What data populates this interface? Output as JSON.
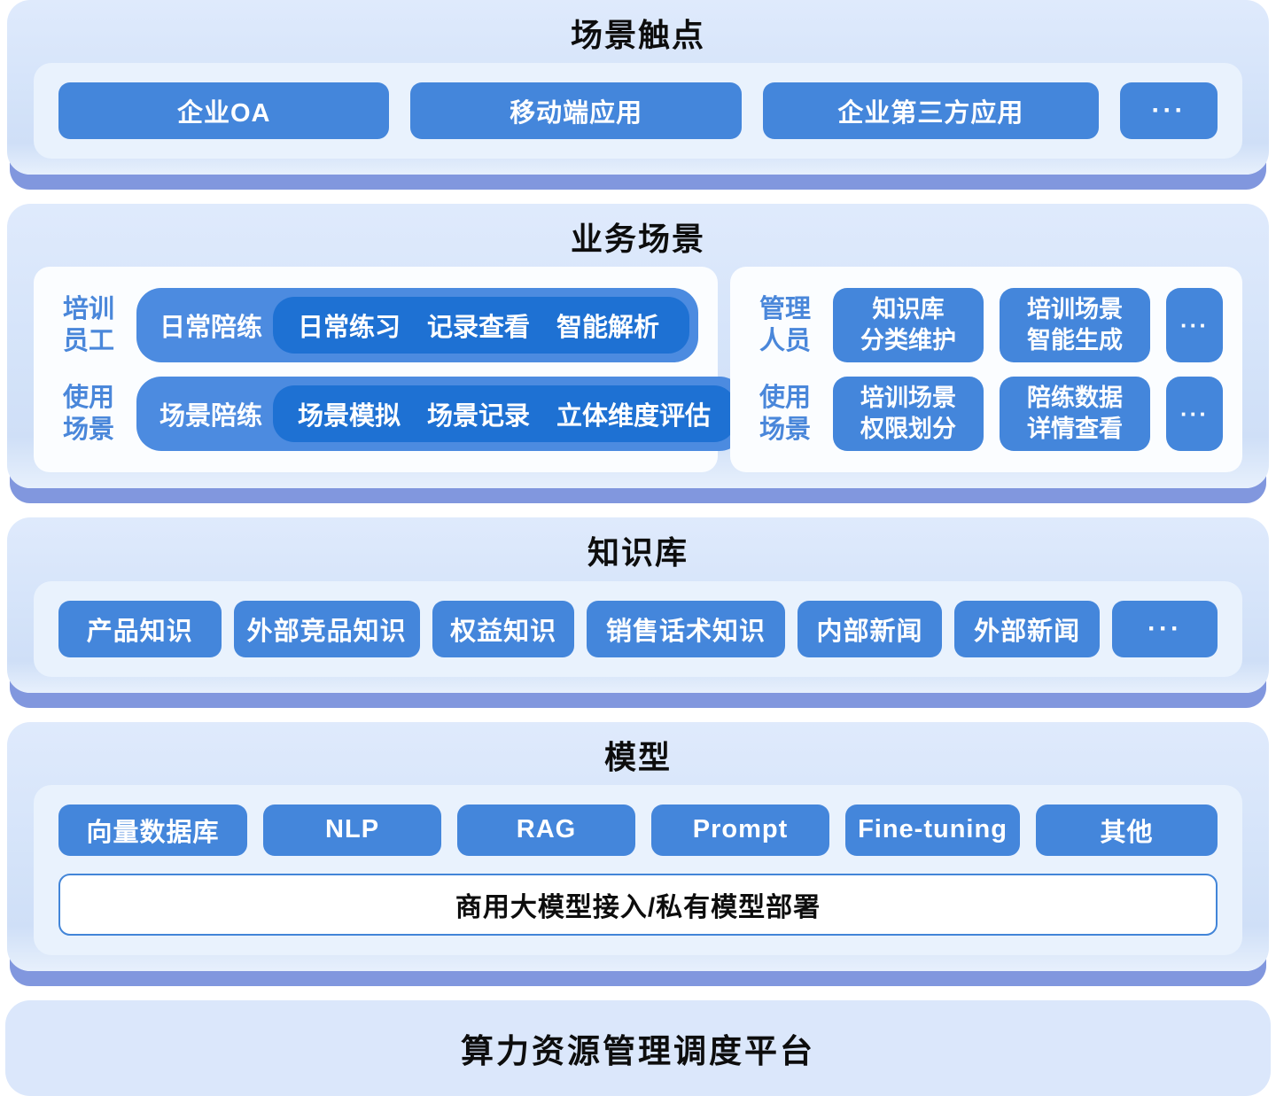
{
  "colors": {
    "chip_blue": "#4486db",
    "pill_blue": "#4c8be0",
    "pill_dark_blue": "#1e71d3",
    "label_blue": "#4a87da",
    "edge_blue": "#8197de",
    "layer_bg": "#d6e4fa",
    "tray_bg": "#e9f2fd",
    "card_bg": "#fbfdff",
    "bar_border": "#4285d8",
    "platform_bg": "#dbe7fb"
  },
  "layer1": {
    "title": "场景触点",
    "chips": [
      "企业OA",
      "移动端应用",
      "企业第三方应用",
      "···"
    ]
  },
  "layer2": {
    "title": "业务场景",
    "trainee": {
      "row1": {
        "label1": "培训",
        "label2": "员工",
        "pill": "日常陪练",
        "items": [
          "日常练习",
          "记录查看",
          "智能解析"
        ]
      },
      "row2": {
        "label1": "使用",
        "label2": "场景",
        "pill": "场景陪练",
        "items": [
          "场景模拟",
          "场景记录",
          "立体维度评估"
        ]
      }
    },
    "admin": {
      "row1": {
        "label1": "管理",
        "label2": "人员",
        "chips": [
          {
            "line1": "知识库",
            "line2": "分类维护"
          },
          {
            "line1": "培训场景",
            "line2": "智能生成"
          }
        ],
        "more": "···"
      },
      "row2": {
        "label1": "使用",
        "label2": "场景",
        "chips": [
          {
            "line1": "培训场景",
            "line2": "权限划分"
          },
          {
            "line1": "陪练数据",
            "line2": "详情查看"
          }
        ],
        "more": "···"
      }
    }
  },
  "layer3": {
    "title": "知识库",
    "chips": [
      "产品知识",
      "外部竞品知识",
      "权益知识",
      "销售话术知识",
      "内部新闻",
      "外部新闻",
      "···"
    ]
  },
  "layer4": {
    "title": "模型",
    "chips": [
      "向量数据库",
      "NLP",
      "RAG",
      "Prompt",
      "Fine-tuning",
      "其他"
    ],
    "bar": "商用大模型接入/私有模型部署"
  },
  "platform": {
    "title": "算力资源管理调度平台"
  }
}
